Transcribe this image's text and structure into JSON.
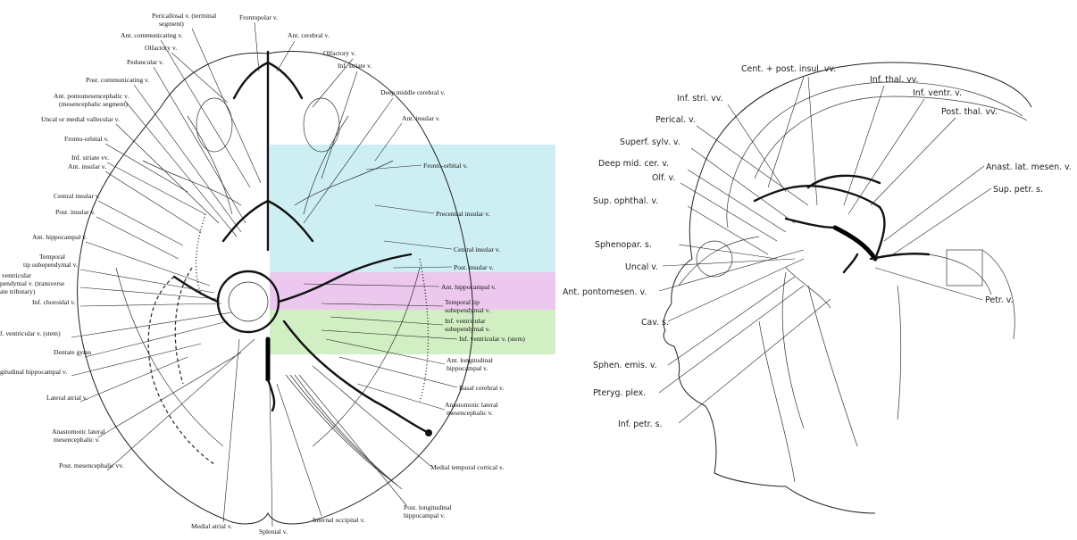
{
  "left_panel": {
    "labels": [
      "Pericallosal v. (terminal",
      "segment)",
      "Frontopolar v.",
      "Ant. communicating v.",
      "Ant. cerebral v.",
      "Olfactory v.",
      "Olfactory v.",
      "Peduncular v.",
      "Inf. striate v.",
      "Post. communicating v.",
      "Deep middle cerebral v.",
      "Ant. pontomesencephalic v.",
      "(mesencephalic segment)",
      "Ant. insular v.",
      "Uncal or medial vallecular v.",
      "Fronto-orbital v.",
      "Inf. striate vv.",
      "Ant. insular v.",
      "Central insular v.",
      "Post. insular v.",
      "Ant. hippocampal v.",
      "Temporal",
      "tip subependymal v.",
      "ventricular",
      "pendymal v. (transverse",
      "ate tributary)",
      "Inf. choroidal v.",
      "f. ventricular v. (stem)",
      "Dentate gyrus",
      "gitudinal hippocampal v.",
      "Lateral atrial v.",
      "Anastomotic lateral",
      "mesencephalic v.",
      "Post. mesencephalic vv.",
      "Medial atrial v.",
      "Splenial v.",
      "Internal occipital v.",
      "Post. longitudinal",
      "hippocampal v.",
      "Medial temporal cortical v.",
      "Anastomotic lateral",
      "mesencephalic v.",
      "Basal cerebral v.",
      "Ant. longitudinal",
      "hippocampal v.",
      "Inf. ventricular v. (stem)",
      "Inf. ventricular",
      "subependymal v.",
      "Temporal tip",
      "subependymal v.",
      "Ant. hippocampal v.",
      "Post. insular v.",
      "Central insular v.",
      "Precentral insular v.",
      "Fronto-orbital v."
    ],
    "highlights": {
      "cyan": "#cdeef3",
      "magenta": "#ecc8ef",
      "green": "#d2efc4"
    }
  },
  "right_panel": {
    "labels": [
      "Cent. + post. insul. vv.",
      "Inf. thal. vv.",
      "Inf. stri. vv.",
      "Inf. ventr. v.",
      "Perical. v.",
      "Post. thal. vv.",
      "Superf. sylv. v.",
      "Deep mid. cer. v.",
      "Anast. lat. mesen. v.",
      "Olf. v.",
      "Sup. petr. s.",
      "Sup. ophthal. v.",
      "Sphenopar. s.",
      "Uncal v.",
      "Ant. pontomesen. v.",
      "Petr. v.",
      "Cav. s.",
      "Sphen. emis. v.",
      "Pteryg. plex.",
      "Inf. petr. s."
    ]
  }
}
